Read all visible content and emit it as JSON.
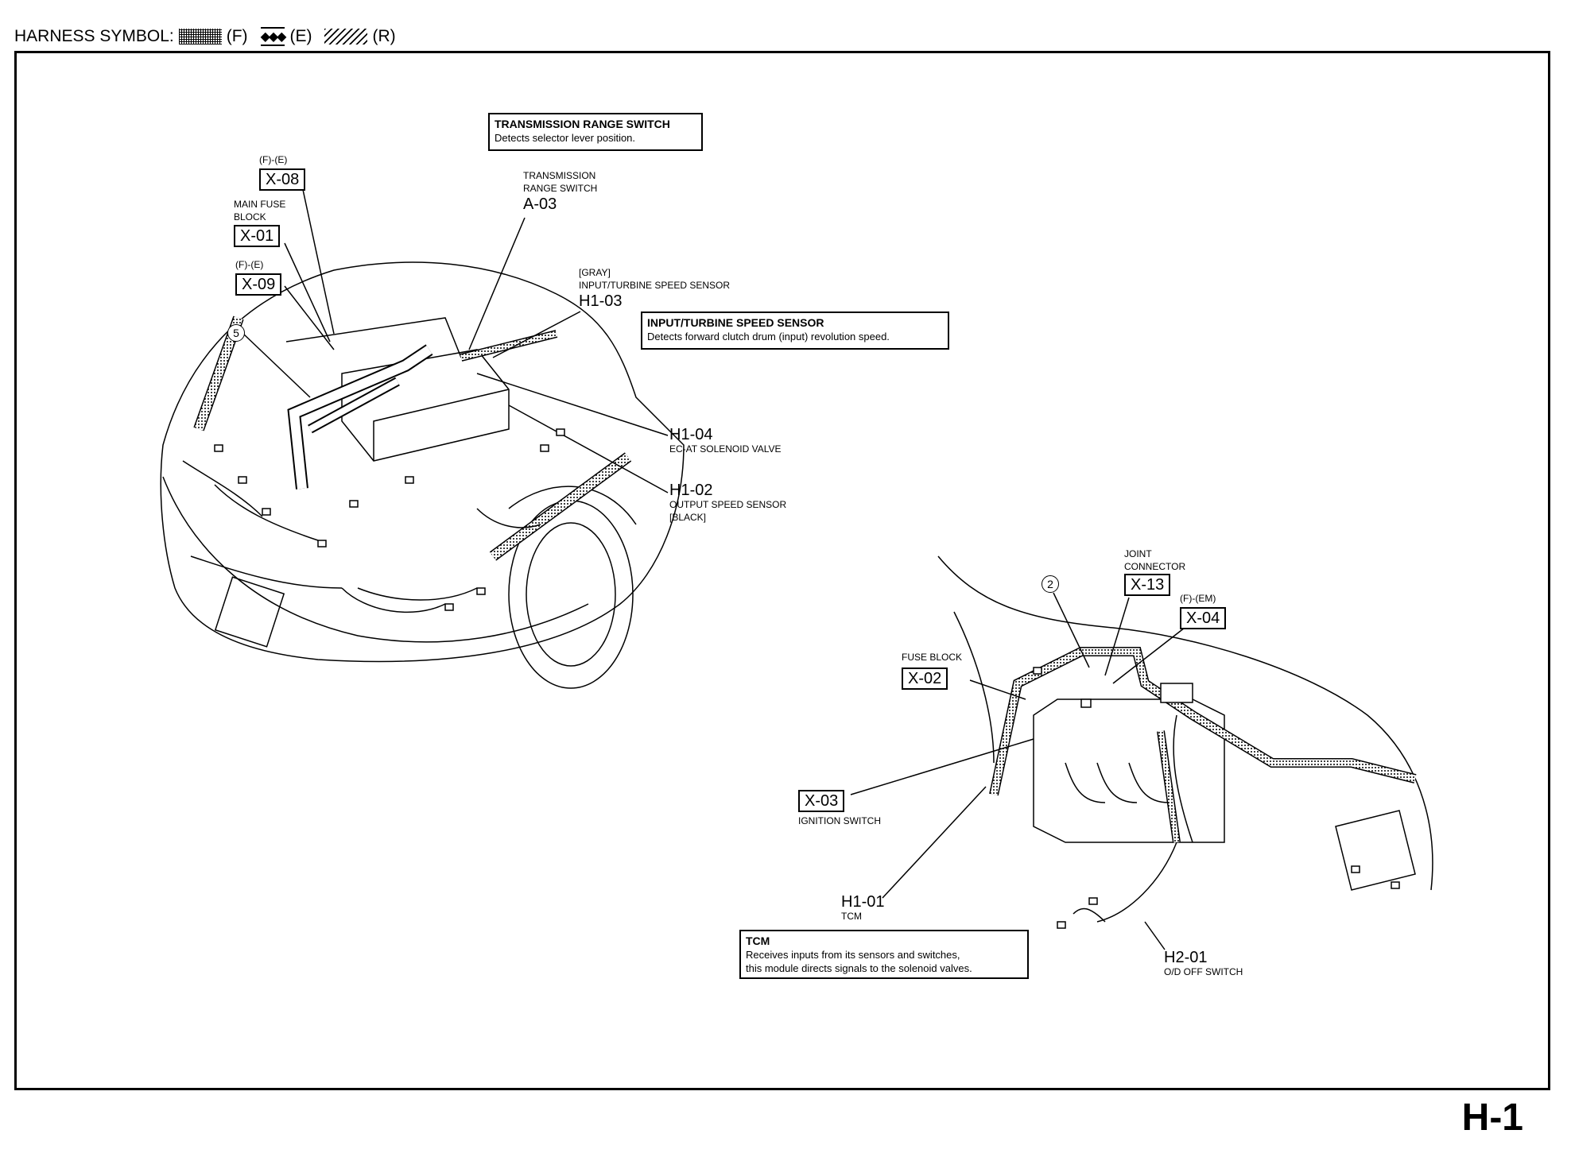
{
  "legend": {
    "title": "HARNESS SYMBOL:",
    "f": "(F)",
    "e_glyph": "◆◆◆",
    "e": "(E)",
    "r": "(R)"
  },
  "page_number": "H-1",
  "info_boxes": {
    "trs": {
      "heading": "TRANSMISSION RANGE SWITCH",
      "body": "Detects selector lever position."
    },
    "speed": {
      "heading": "INPUT/TURBINE SPEED SENSOR",
      "body": "Detects forward clutch drum (input) revolution speed."
    },
    "tcm": {
      "heading": "TCM",
      "body1": "Receives inputs from its sensors and switches,",
      "body2": "this module directs signals to the solenoid valves."
    }
  },
  "connectors": {
    "x08": {
      "code": "X-08",
      "note": "(F)-(E)"
    },
    "x01": {
      "code": "X-01",
      "label1": "MAIN FUSE",
      "label2": "BLOCK"
    },
    "x09": {
      "code": "X-09",
      "note": "(F)-(E)"
    },
    "a03": {
      "code": "A-03",
      "label1": "TRANSMISSION",
      "label2": "RANGE SWITCH"
    },
    "h103": {
      "code": "H1-03",
      "label1": "[GRAY]",
      "label2": "INPUT/TURBINE SPEED SENSOR"
    },
    "h104": {
      "code": "H1-04",
      "label1": "EC-AT SOLENOID VALVE"
    },
    "h102": {
      "code": "H1-02",
      "label1": "OUTPUT SPEED SENSOR",
      "label2": "[BLACK]"
    },
    "x13": {
      "code": "X-13",
      "label1": "JOINT",
      "label2": "CONNECTOR"
    },
    "x04": {
      "code": "X-04",
      "note": "(F)-(EM)"
    },
    "x02": {
      "code": "X-02",
      "label1": "FUSE BLOCK"
    },
    "x03": {
      "code": "X-03",
      "label1": "IGNITION SWITCH"
    },
    "h101": {
      "code": "H1-01",
      "label1": "TCM"
    },
    "h201": {
      "code": "H2-01",
      "label1": "O/D OFF SWITCH"
    }
  },
  "circled_numbers": {
    "five": "5",
    "two": "2"
  }
}
